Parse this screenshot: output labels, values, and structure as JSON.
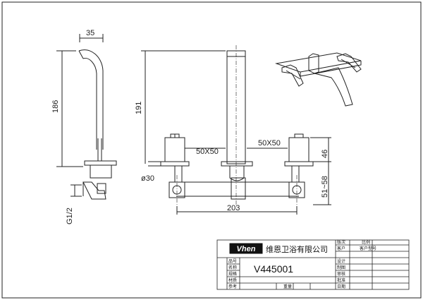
{
  "dimensions": {
    "spout_offset": "35",
    "spout_height": "186",
    "thread": "G1/2",
    "overall_height": "191",
    "plate_left": "50X50",
    "plate_right": "50X50",
    "diameter": "ø30",
    "depth_a": "46",
    "depth_b": "51~58",
    "width": "203"
  },
  "title_block": {
    "brand": "Vhen",
    "company": "维恩卫浴有限公司",
    "model": "V445001",
    "labels": {
      "version": "版次",
      "ratio": "比例",
      "customer": "客户",
      "customer_code": "客户型号",
      "code": "品号",
      "design": "设计",
      "drawing": "制图",
      "name": "名称",
      "review": "审核",
      "spec": "规格",
      "approve": "批准",
      "material": "材质",
      "weight": "重量",
      "ref": "参考",
      "date": "日期"
    }
  }
}
